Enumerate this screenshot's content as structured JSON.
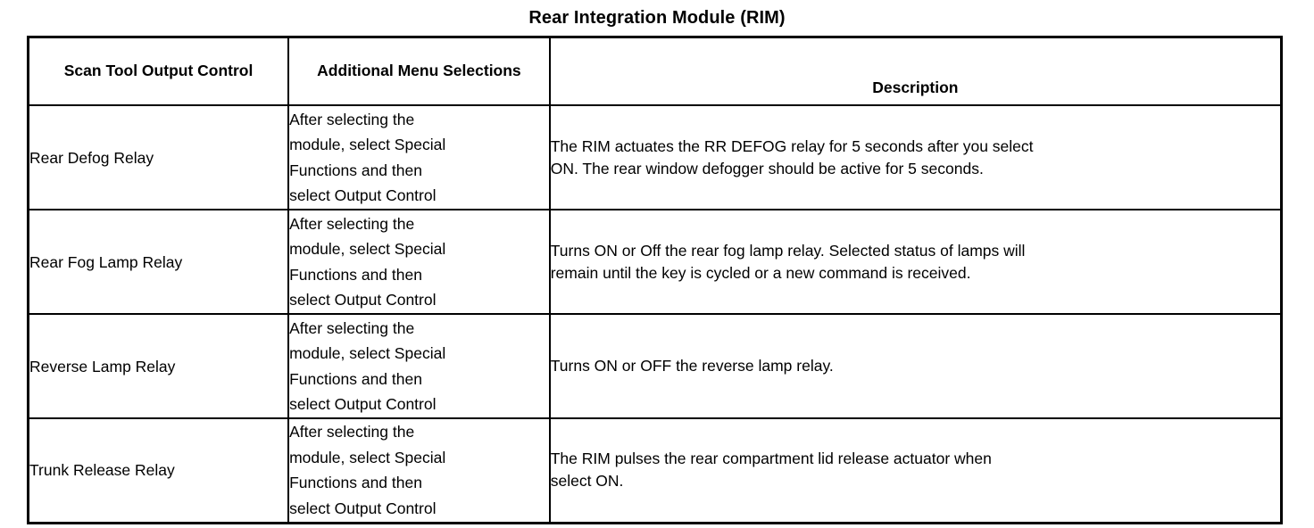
{
  "document": {
    "title": "Rear Integration Module (RIM)"
  },
  "table": {
    "headers": {
      "control": "Scan Tool\nOutput Control",
      "menu": "Additional Menu\nSelections",
      "description": "Description"
    },
    "rows": [
      {
        "control": "Rear Defog Relay",
        "menu": "After selecting the\nmodule, select Special\nFunctions and then\nselect Output Control",
        "description": "The RIM actuates the RR DEFOG relay for 5 seconds after you select\nON. The rear window defogger should be active for 5 seconds."
      },
      {
        "control": "Rear Fog Lamp Relay",
        "menu": "After selecting the\nmodule, select Special\nFunctions and then\nselect Output Control",
        "description": "Turns ON or Off the rear fog lamp relay. Selected status of lamps will\nremain until the key is cycled or a new command is received."
      },
      {
        "control": "Reverse Lamp Relay",
        "menu": "After selecting the\nmodule, select Special\nFunctions and then\nselect Output Control",
        "description": "Turns ON or OFF the reverse lamp relay."
      },
      {
        "control": "Trunk Release Relay",
        "menu": "After selecting the\nmodule, select Special\nFunctions and then\nselect Output Control",
        "description": "The RIM pulses the rear compartment lid release actuator when\nselect ON."
      }
    ]
  },
  "colors": {
    "text": "#000000",
    "border": "#000000",
    "background": "#ffffff"
  }
}
